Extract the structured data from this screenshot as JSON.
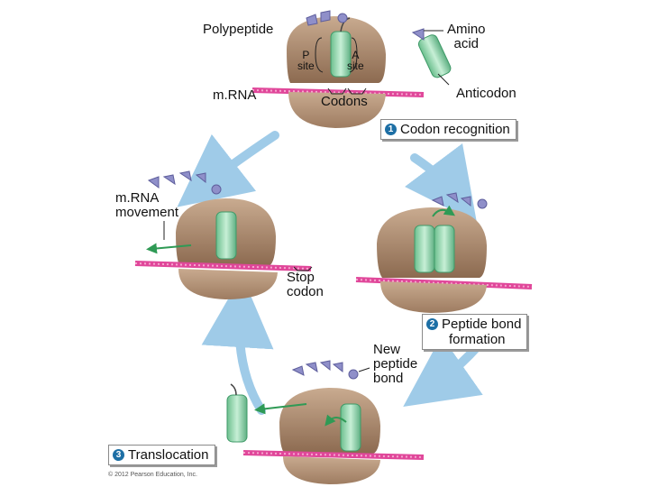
{
  "labels": {
    "polypeptide": "Polypeptide",
    "amino_acid_1": "Amino",
    "amino_acid_2": "acid",
    "p_site_1": "P",
    "p_site_2": "site",
    "a_site_1": "A",
    "a_site_2": "site",
    "mrna_top": "m.RNA",
    "codons": "Codons",
    "anticodon": "Anticodon",
    "mrna_movement_1": "m.RNA",
    "mrna_movement_2": "movement",
    "stop_codon_1": "Stop",
    "stop_codon_2": "codon",
    "new_peptide_1": "New",
    "new_peptide_2": "peptide",
    "new_peptide_3": "bond"
  },
  "steps": [
    {
      "number": "1",
      "text": "Codon recognition"
    },
    {
      "number": "2",
      "line1": "Peptide bond",
      "line2": "formation"
    },
    {
      "number": "3",
      "text": "Translocation"
    }
  ],
  "copyright": "© 2012 Pearson Education, Inc.",
  "colors": {
    "ribosome": "#b08f73",
    "ribosome_dark": "#7a5a43",
    "trna": "#9fd8b5",
    "trna_dark": "#3f9a68",
    "mrna": "#e0479a",
    "cycle_arrow": "#9fcbe8",
    "amino_acid": "#8f8fc9",
    "green_arrow": "#2f9a55"
  }
}
